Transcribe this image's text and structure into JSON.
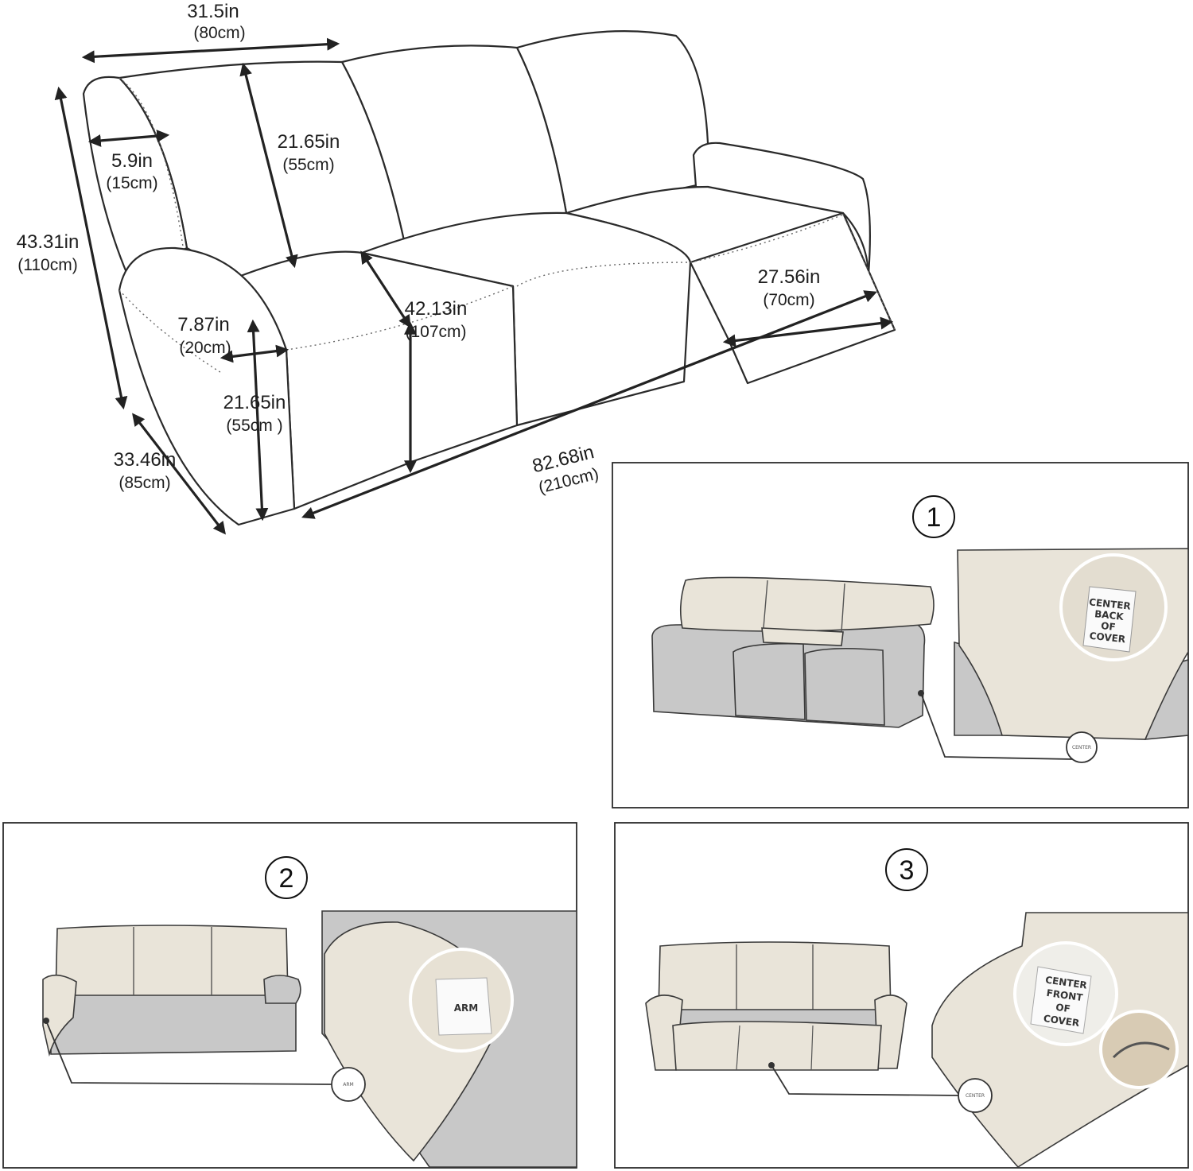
{
  "dimensions": {
    "back_width": {
      "in": "31.5in",
      "cm": "(80cm)"
    },
    "arm_depth": {
      "in": "5.9in",
      "cm": "(15cm)"
    },
    "back_height": {
      "in": "21.65in",
      "cm": "(55cm)"
    },
    "total_height": {
      "in": "43.31in",
      "cm": "(110cm)"
    },
    "arm_width": {
      "in": "7.87in",
      "cm": "(20cm)"
    },
    "seat_depth": {
      "in": "42.13in",
      "cm": "(107cm)"
    },
    "footrest": {
      "in": "27.56in",
      "cm": "(70cm)"
    },
    "arm_height": {
      "in": "21.65in",
      "cm": "(55cm )"
    },
    "total_depth": {
      "in": "33.46in",
      "cm": "(85cm)"
    },
    "total_width": {
      "in": "82.68in",
      "cm": "(210cm)"
    }
  },
  "steps": [
    {
      "number": "1",
      "tag_lines": [
        "CENTER",
        "BACK",
        "OF",
        "COVER"
      ]
    },
    {
      "number": "2",
      "tag_lines": [
        "ARM"
      ]
    },
    {
      "number": "3",
      "tag_lines": [
        "CENTER",
        "FRONT",
        "OF",
        "COVER"
      ]
    }
  ],
  "colors": {
    "cover": "#e9e4d9",
    "sofa": "#c8c8c8",
    "line": "#2a2a2a"
  }
}
